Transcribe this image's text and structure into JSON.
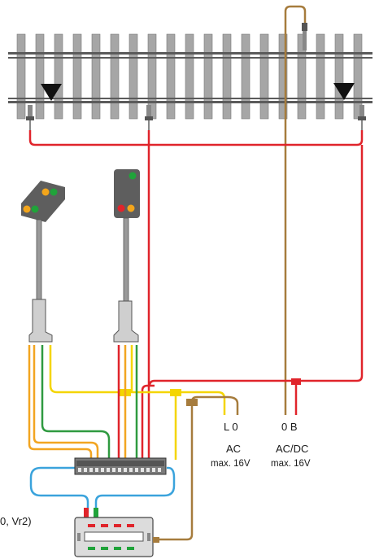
{
  "colors": {
    "rail": "#5b5b5b",
    "sleeper": "#a6a6a6",
    "signal_body": "#5e5e5e",
    "wire_red": "#e0242b",
    "wire_brown": "#a67c3d",
    "wire_yellow": "#f4d500",
    "wire_green": "#2f9a40",
    "wire_orange": "#f2a521",
    "wire_blue": "#3aa3dc",
    "lamp_green": "#20a33a",
    "lamp_yellow": "#f3a51b",
    "lamp_red": "#e0242b",
    "cable_gray": "#b0b0b0"
  },
  "icons": {
    "track": "track-straight-icon",
    "track_contact": "track-contact-triangle-icon",
    "signal_mast": "light-signal-mast-icon",
    "distribution_plate": "distribution-strip-icon",
    "decoder": "signal-decoder-icon",
    "plug": "wire-plug-icon"
  },
  "power": {
    "ac_terminals": "L  0",
    "ac_label": "AC",
    "ac_max": "max. 16V",
    "acdc_terminals": "0  B",
    "acdc_label": "AC/DC",
    "acdc_max": "max. 16V"
  },
  "note_text": "0, Vr2)"
}
